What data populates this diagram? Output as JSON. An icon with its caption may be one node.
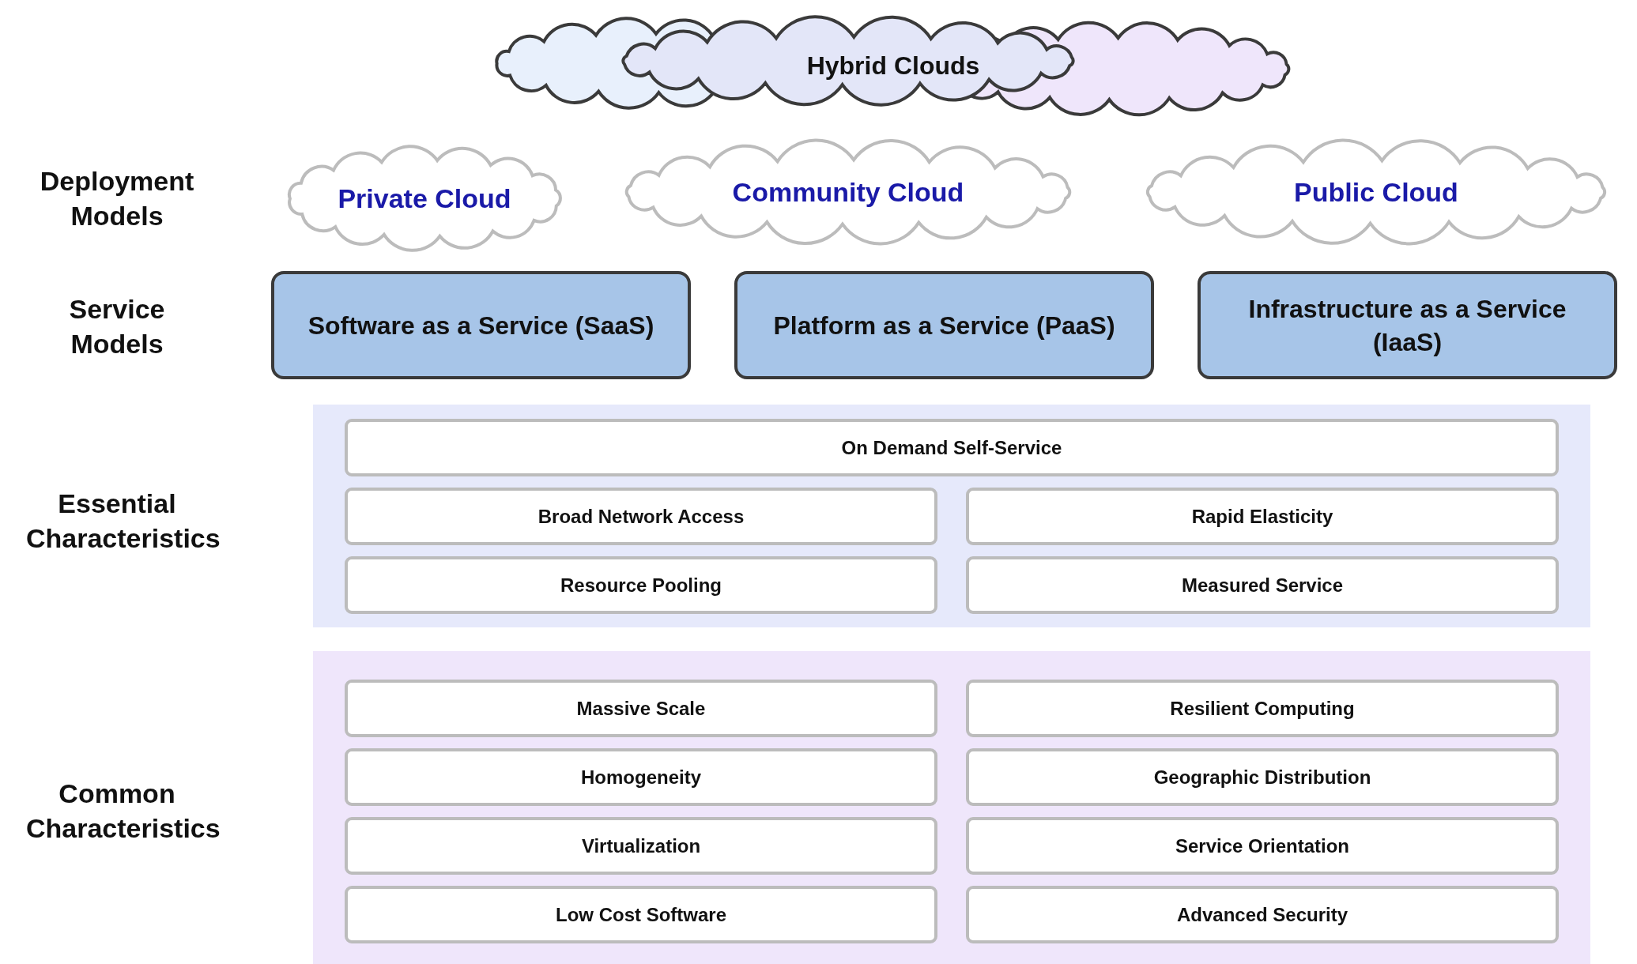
{
  "diagram": {
    "nodes": [
      {
        "text": [
          "Hybrid Clouds"
        ]
      },
      {
        "text": [
          "Private Cloud"
        ]
      },
      {
        "text": [
          "Community Cloud"
        ]
      },
      {
        "text": [
          "Public Cloud"
        ]
      },
      {
        "text": [
          "Software as a Service (SaaS)"
        ]
      },
      {
        "text": [
          "Platform as a Service (PaaS)"
        ]
      },
      {
        "text": [
          "Infrastructure as a Service (IaaS)"
        ]
      },
      {
        "text": [],
        "shape": "box"
      },
      {
        "text": [
          "On Demand Self-Service"
        ],
        "in": 7
      },
      {
        "text": [
          "Broad Network Access"
        ],
        "in": 7
      },
      {
        "text": [
          "Rapid Elasticity"
        ],
        "in": 7
      },
      {
        "text": [
          "Resource Pooling"
        ],
        "in": 7
      },
      {
        "text": [
          "Measured Service"
        ],
        "in": 7
      },
      {
        "text": [],
        "shape": "box"
      },
      {
        "text": [
          "Massive Scale"
        ],
        "in": 13
      },
      {
        "text": [
          "Resilient Computing"
        ],
        "in": 13
      },
      {
        "text": [
          "Homogeneity"
        ],
        "in": 13
      },
      {
        "text": [
          "Geographic Distribution"
        ],
        "in": 13
      },
      {
        "text": [
          "Virtualization"
        ],
        "in": 13
      },
      {
        "text": [
          "Service Orientation"
        ],
        "in": 13
      },
      {
        "text": [
          "Low Cost Software"
        ],
        "in": 13
      },
      {
        "text": [
          "Advanced Security"
        ],
        "in": 13
      }
    ],
    "labels": [
      "Deployment Models",
      "Service Models",
      "Essential Characteristics",
      "Common Characteristics"
    ]
  }
}
